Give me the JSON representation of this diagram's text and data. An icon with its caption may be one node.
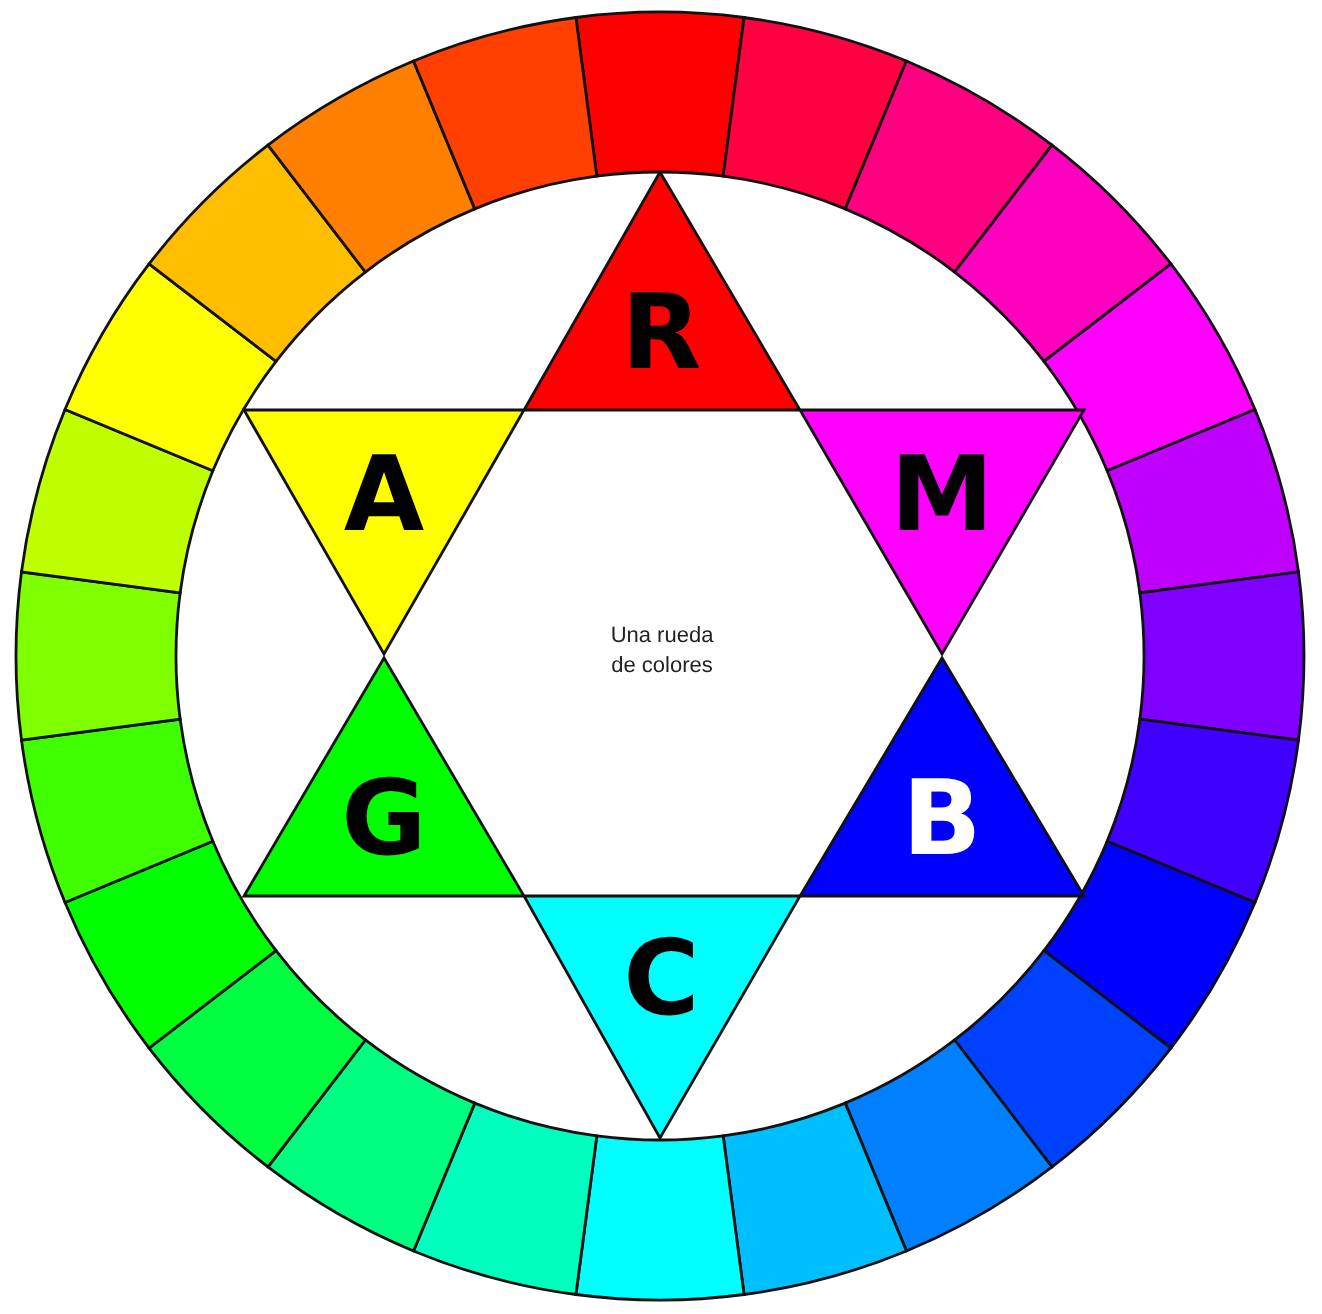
{
  "diagram": {
    "nodes": [
      {
        "text": [
          "R"
        ]
      },
      {
        "text": [
          "A"
        ]
      },
      {
        "text": [
          "M"
        ]
      },
      {
        "text": [
          "G"
        ]
      },
      {
        "text": [
          "B"
        ]
      },
      {
        "text": [
          "C"
        ]
      }
    ],
    "labels": [
      "Una rueda de colores"
    ]
  }
}
